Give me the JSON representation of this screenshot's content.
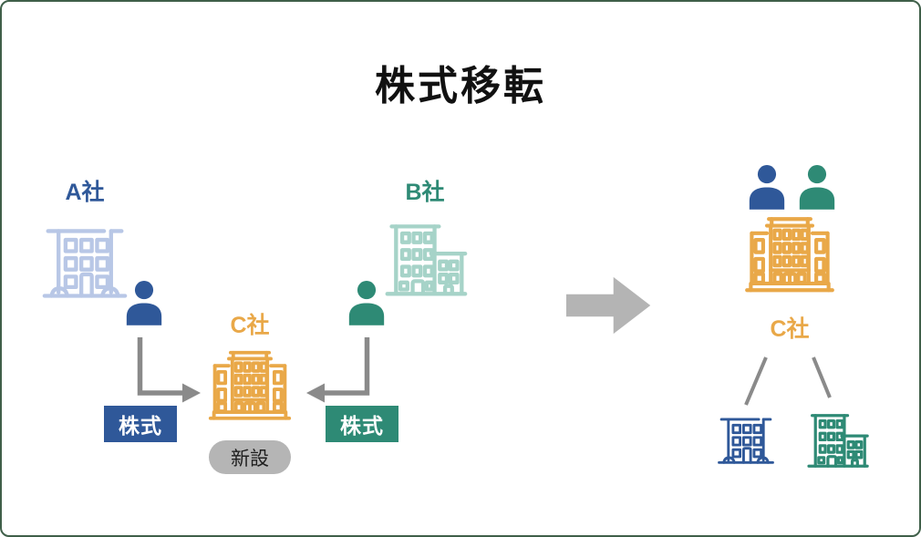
{
  "title": "株式移転",
  "colors": {
    "blue": "#2f5899",
    "light_blue": "#b8c7e6",
    "teal": "#2e8a75",
    "light_teal": "#a6d3c8",
    "orange": "#e9a848",
    "arrow_gray": "#8a8a8a",
    "big_arrow_gray": "#b4b4b4",
    "pill_bg": "#b5b5b5",
    "pill_text": "#1f1f1f",
    "border_green": "#3f5f49",
    "title_color": "#111111"
  },
  "before": {
    "company_a": {
      "name": "A社"
    },
    "company_b": {
      "name": "B社"
    },
    "company_c": {
      "name": "C社",
      "status_badge": "新設"
    },
    "share_from_a": "株式",
    "share_from_b": "株式"
  },
  "after": {
    "company_c": {
      "name": "C社"
    }
  },
  "icons": {
    "shareholder_a": "person-icon",
    "shareholder_b": "person-icon",
    "building_a": "office-building-icon",
    "building_b": "office-building-annex-icon",
    "building_c": "headquarters-building-icon",
    "transfer_arrows": "elbow-arrow-icon",
    "transition": "right-arrow-icon",
    "ownership_lines": "connector-line-icon"
  }
}
